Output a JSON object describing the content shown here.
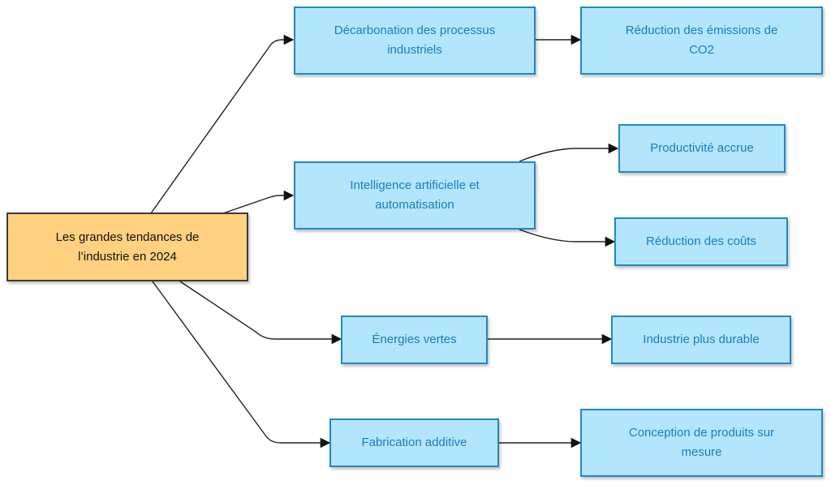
{
  "diagram": {
    "type": "mind-map",
    "colors": {
      "root_fill": "#ffd180",
      "root_border": "#3a3a3a",
      "node_fill": "#b3e5fc",
      "node_border": "#1e88c7",
      "node_text": "#1a7dbf",
      "edge": "#222222"
    },
    "root": {
      "id": "root",
      "label": "Les grandes tendances de\nl’industrie en 2024"
    },
    "nodes": [
      {
        "id": "n1",
        "label": "Décarbonation des processus\nindustriels"
      },
      {
        "id": "n1a",
        "label": "Réduction des émissions de\nCO2"
      },
      {
        "id": "n2",
        "label": "Intelligence artificielle et\nautomatisation"
      },
      {
        "id": "n2a",
        "label": "Productivité accrue"
      },
      {
        "id": "n2b",
        "label": "Réduction des coûts"
      },
      {
        "id": "n3",
        "label": "Énergies vertes"
      },
      {
        "id": "n3a",
        "label": "Industrie plus durable"
      },
      {
        "id": "n4",
        "label": "Fabrication additive"
      },
      {
        "id": "n4a",
        "label": "Conception de produits sur\nmesure"
      }
    ],
    "edges": [
      {
        "from": "root",
        "to": "n1"
      },
      {
        "from": "root",
        "to": "n2"
      },
      {
        "from": "root",
        "to": "n3"
      },
      {
        "from": "root",
        "to": "n4"
      },
      {
        "from": "n1",
        "to": "n1a"
      },
      {
        "from": "n2",
        "to": "n2a"
      },
      {
        "from": "n2",
        "to": "n2b"
      },
      {
        "from": "n3",
        "to": "n3a"
      },
      {
        "from": "n4",
        "to": "n4a"
      }
    ]
  }
}
